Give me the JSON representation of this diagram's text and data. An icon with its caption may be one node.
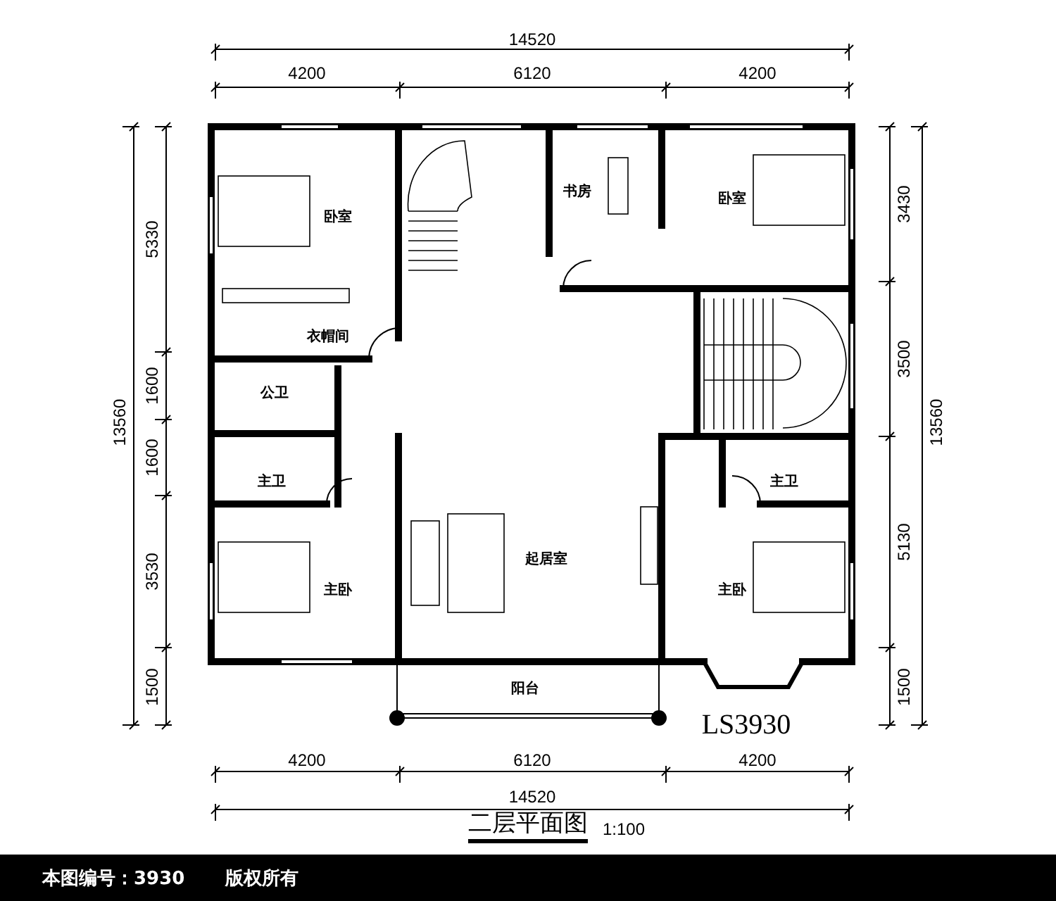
{
  "diagram": {
    "title": "二层平面图",
    "labels": [
      "14520",
      "4200",
      "6120",
      "4200",
      "5330",
      "1600",
      "1600",
      "3530",
      "1500",
      "13560",
      "3430",
      "3500",
      "5130",
      "1500",
      "13560",
      "书房",
      "卧室",
      "卧室",
      "衣帽间",
      "公卫",
      "主卫",
      "主卫",
      "起居室",
      "主卧",
      "主卧",
      "阳台",
      "LS3930",
      "4200",
      "6120",
      "4200",
      "14520",
      "1:100",
      "本图编号：3930",
      "版权所有"
    ]
  }
}
